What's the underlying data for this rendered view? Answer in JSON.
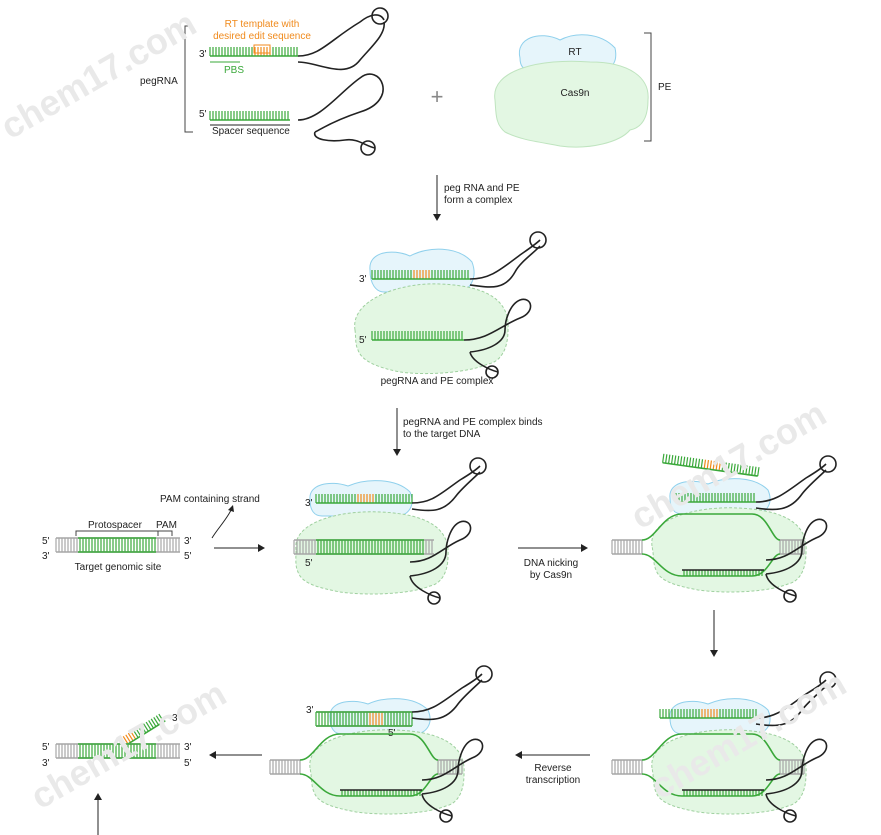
{
  "colors": {
    "green": "#3aa83a",
    "orange": "#f08a1c",
    "gray": "#a6a6a6",
    "cas9n_fill": "#e3f7e3",
    "rt_fill": "#e6f5fb",
    "rt_stroke": "#8fd0ec",
    "watermark": "#e9e9e9",
    "text": "#222222"
  },
  "watermarks": [
    "chem17.com",
    "chem17.com",
    "chem17.com",
    "chem17.com"
  ],
  "top": {
    "rt_template_label": "RT template with\ndesired edit sequence",
    "pbs_label": "PBS",
    "pegrna_label": "pegRNA",
    "spacer_label": "Spacer sequence",
    "three_prime": "3'",
    "five_prime": "5'",
    "plus": "+",
    "rt_label": "RT",
    "cas9n_label": "Cas9n",
    "pe_label": "PE"
  },
  "step1": {
    "arrow_label": "peg RNA and PE\nform a complex"
  },
  "complex": {
    "caption": "pegRNA and PE complex"
  },
  "step2": {
    "arrow_label": "pegRNA and PE complex binds\nto the target DNA"
  },
  "target": {
    "pam_strand_label": "PAM containing strand",
    "protospacer_label": "Protospacer",
    "pam_label": "PAM",
    "caption": "Target genomic site"
  },
  "nicking": {
    "arrow_label": "DNA nicking\nby Cas9n"
  },
  "rt": {
    "arrow_label": "Reverse\ntranscription"
  }
}
